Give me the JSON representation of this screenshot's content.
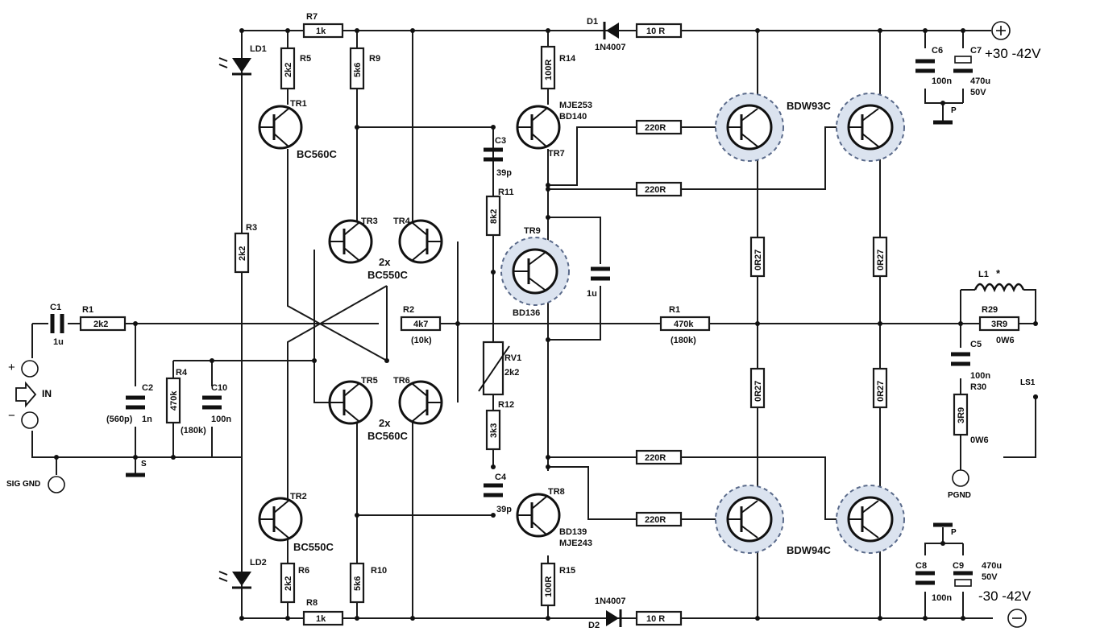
{
  "components": {
    "resistors": [
      {
        "ref": "R7",
        "value": "1k"
      },
      {
        "ref": "R5",
        "value": "2k2"
      },
      {
        "ref": "R9",
        "value": "5k6"
      },
      {
        "ref": "R14",
        "value": "100R"
      },
      {
        "ref": "R3",
        "value": "2k2"
      },
      {
        "ref": "R1",
        "value": "2k2"
      },
      {
        "ref": "R2",
        "value": "4k7",
        "alt": "(10k)"
      },
      {
        "ref": "R11",
        "value": "8k2"
      },
      {
        "ref": "R12",
        "value": "3k3"
      },
      {
        "ref": "R4",
        "value": "470k",
        "alt": "(180k)"
      },
      {
        "ref": "R6",
        "value": "2k2"
      },
      {
        "ref": "R10",
        "value": "5k6"
      },
      {
        "ref": "R8",
        "value": "1k"
      },
      {
        "ref": "R15",
        "value": "100R"
      },
      {
        "ref": "R1",
        "value": "470k",
        "alt": "(180k)"
      },
      {
        "ref": "R29",
        "value": "3R9",
        "power": "0W6"
      },
      {
        "ref": "R30",
        "value": "3R9",
        "power": "0W6"
      }
    ],
    "emitter_resistors": [
      "0R27",
      "0R27",
      "0R27",
      "0R27"
    ],
    "base_resistors": [
      "220R",
      "220R",
      "220R",
      "220R"
    ],
    "supply_resistors": [
      "10 R",
      "10 R"
    ],
    "capacitors": [
      {
        "ref": "C1",
        "value": "1u"
      },
      {
        "ref": "C2",
        "value": "1n",
        "alt": "(560p)"
      },
      {
        "ref": "C10",
        "value": "100n"
      },
      {
        "ref": "C3",
        "value": "39p"
      },
      {
        "ref": "C4",
        "value": "39p"
      },
      {
        "ref": "C5",
        "value": "100n"
      },
      {
        "ref": "C6",
        "value": "100n"
      },
      {
        "ref": "C7",
        "value": "470u",
        "rating": "50V"
      },
      {
        "ref": "C8",
        "value": "100n"
      },
      {
        "ref": "C9",
        "value": "470u",
        "rating": "50V"
      },
      {
        "ref": "",
        "value": "1u"
      }
    ],
    "transistors": {
      "tr1": "TR1",
      "tr1_type": "BC560C",
      "tr2": "TR2",
      "tr2_type": "BC550C",
      "tr3": "TR3",
      "tr4": "TR4",
      "tr34_count": "2x",
      "tr34_type": "BC550C",
      "tr5": "TR5",
      "tr6": "TR6",
      "tr56_count": "2x",
      "tr56_type": "BC560C",
      "tr7": "TR7",
      "tr7_type1": "MJE253",
      "tr7_type2": "BD140",
      "tr8": "TR8",
      "tr8_type1": "BD139",
      "tr8_type2": "MJE243",
      "tr9": "TR9",
      "tr9_type": "BD136",
      "out_top": "BDW93C",
      "out_bottom": "BDW94C"
    },
    "diodes": [
      {
        "ref": "D1",
        "type": "1N4007"
      },
      {
        "ref": "D2",
        "type": "1N4007"
      }
    ],
    "leds": [
      "LD1",
      "LD2"
    ],
    "trimmer": {
      "ref": "RV1",
      "value": "2k2"
    },
    "inductor": {
      "ref": "L1",
      "mark": "*"
    },
    "speaker": "LS1"
  },
  "labels": {
    "in": "IN",
    "plus": "+",
    "minus": "−",
    "sig_gnd": "SIG GND",
    "s": "S",
    "p": "P",
    "pgnd": "PGND",
    "vpos": "+30 -42",
    "vneg": "-30 -42",
    "volt_unit": "V"
  }
}
